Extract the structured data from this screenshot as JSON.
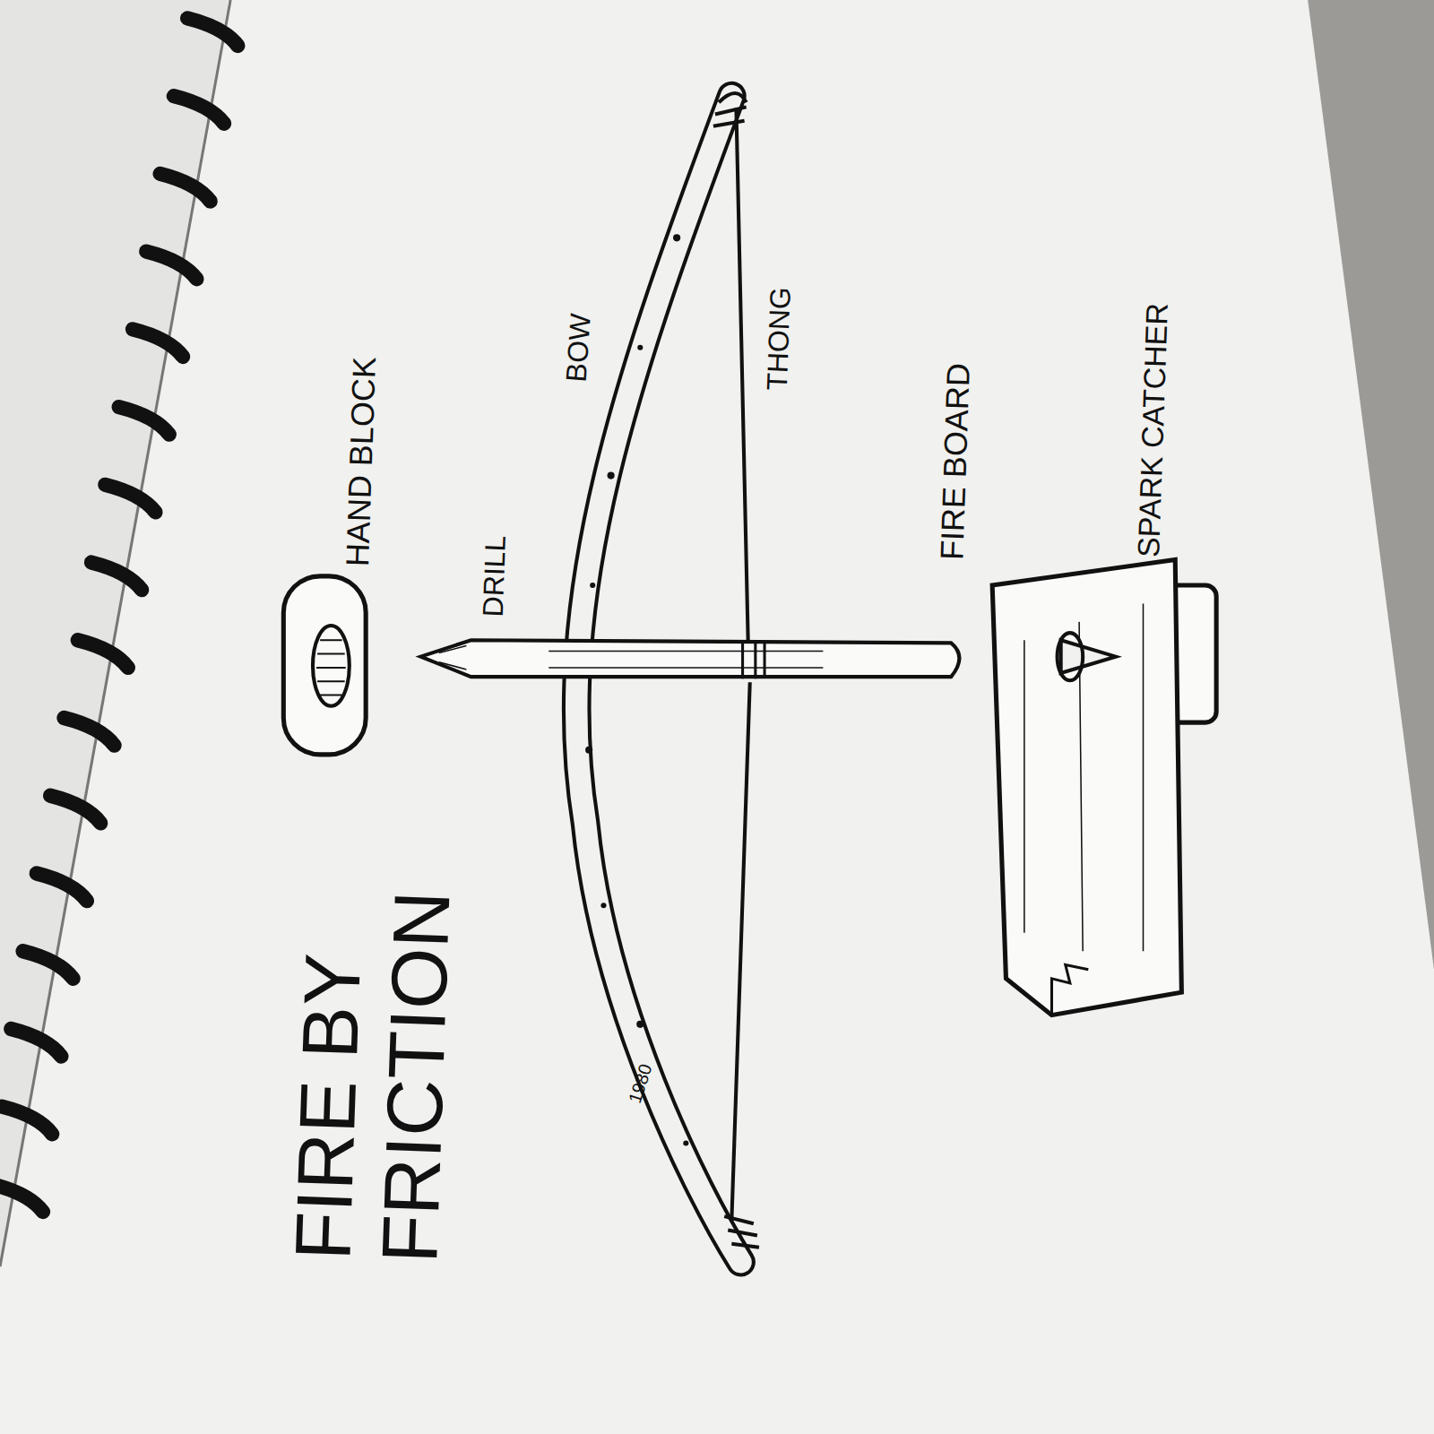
{
  "diagram": {
    "title": "FIRE BY FRICTION",
    "labels": [
      "HAND BLOCK",
      "DRILL",
      "BOW",
      "THONG",
      "FIRE BOARD",
      "SPARK CATCHER",
      "1980"
    ]
  }
}
